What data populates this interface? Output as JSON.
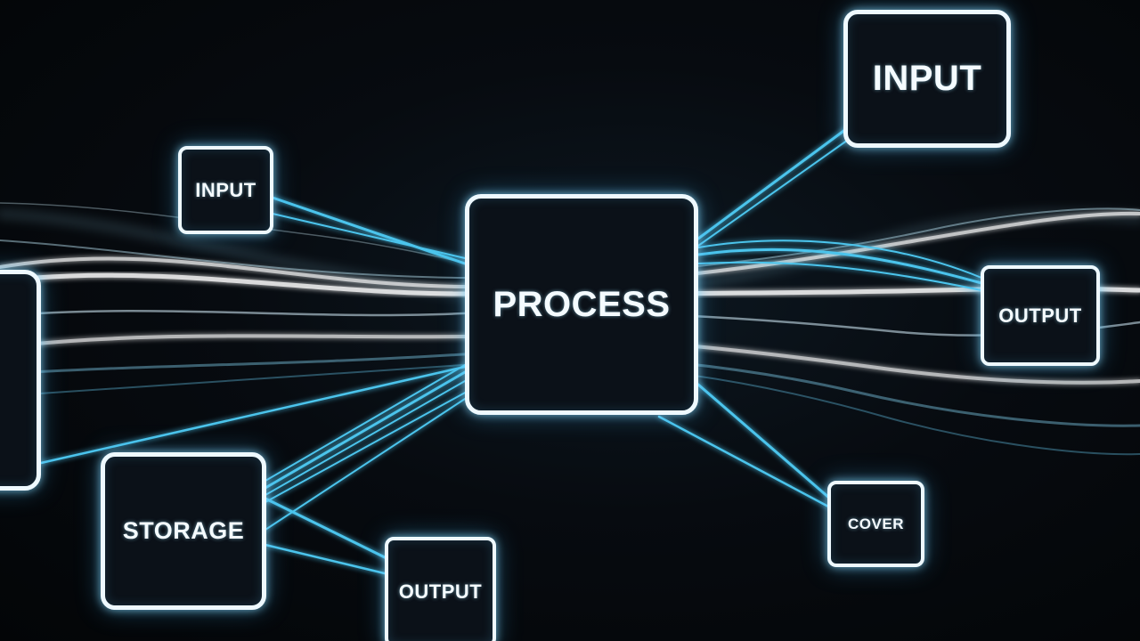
{
  "diagram": {
    "nodes": {
      "process": {
        "label": "PROCESS"
      },
      "input_top_right": {
        "label": "INPUT"
      },
      "input_left": {
        "label": "INPUT"
      },
      "output_right": {
        "label": "OUTPUT"
      },
      "storage": {
        "label": "STORAGE"
      },
      "output_bottom": {
        "label": "OUTPUT"
      },
      "cover": {
        "label": "COVER"
      },
      "partial_left": {
        "label": ""
      }
    },
    "connections": [
      {
        "from": "input_left",
        "to": "process"
      },
      {
        "from": "process",
        "to": "input_top_right"
      },
      {
        "from": "process",
        "to": "output_right"
      },
      {
        "from": "storage",
        "to": "process"
      },
      {
        "from": "storage",
        "to": "output_bottom"
      },
      {
        "from": "process",
        "to": "cover"
      },
      {
        "from": "partial_left",
        "to": "process"
      }
    ]
  },
  "colors": {
    "background": "#05080b",
    "node_border": "#eef9ff",
    "connector": "#4cc4ec",
    "light_stream": "#ffffff"
  }
}
